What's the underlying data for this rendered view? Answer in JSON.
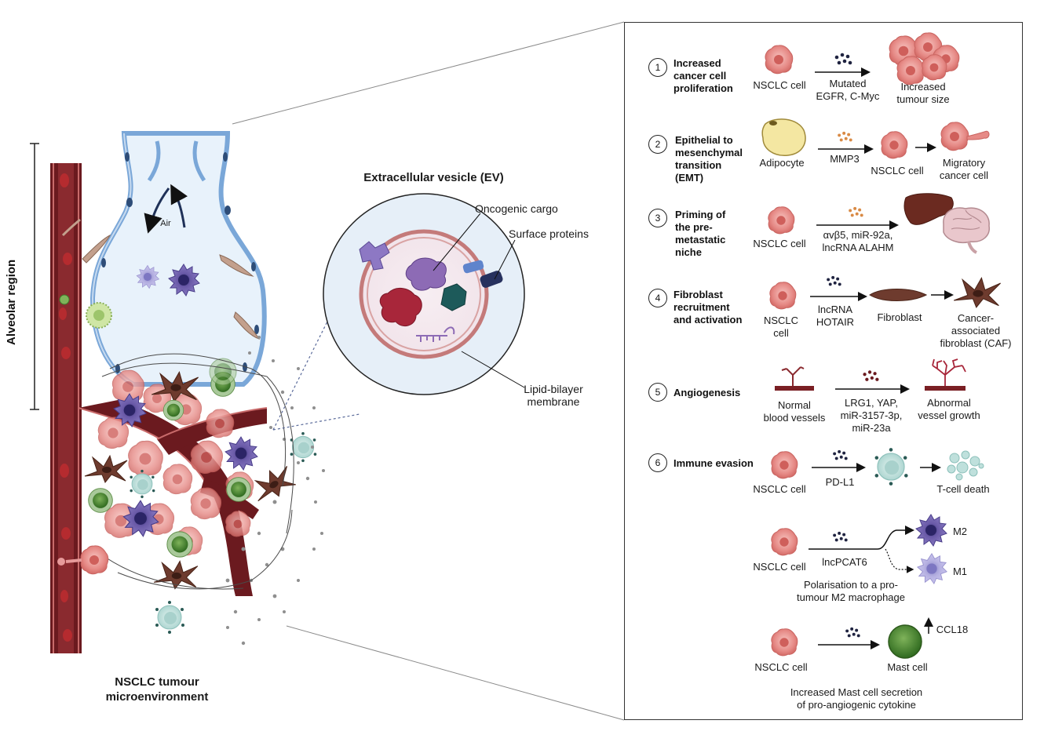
{
  "left": {
    "region_label": "Alveolar region",
    "air_label": "Air",
    "bottom_title": "NSCLC tumour\nmicroenvironment"
  },
  "ev": {
    "title": "Extracellular vesicle (EV)",
    "cargo_label": "Oncogenic cargo",
    "surface_label": "Surface proteins",
    "membrane_label": "Lipid-bilayer\nmembrane"
  },
  "steps": [
    {
      "num": "1",
      "title": "Increased\ncancer cell\nproliferation",
      "source": "NSCLC cell",
      "arrow_label": "Mutated\nEGFR, C-Myc",
      "result": "Increased\ntumour size"
    },
    {
      "num": "2",
      "title": "Epithelial to\nmesenchymal\ntransition\n(EMT)",
      "source": "Adipocyte",
      "arrow_label": "MMP3",
      "middle": "NSCLC cell",
      "result": "Migratory\ncancer cell"
    },
    {
      "num": "3",
      "title": "Priming of\nthe pre-\nmetastatic\nniche",
      "source": "NSCLC cell",
      "arrow_label": "αvβ5, miR-92a,\nlncRNA ALAHM"
    },
    {
      "num": "4",
      "title": "Fibroblast\nrecruitment\nand activation",
      "source": "NSCLC\ncell",
      "arrow_label": "lncRNA\nHOTAIR",
      "middle": "Fibroblast",
      "result": "Cancer-\nassociated\nfibroblast (CAF)"
    },
    {
      "num": "5",
      "title": "Angiogenesis",
      "source": "Normal\nblood vessels",
      "arrow_label": "LRG1, YAP,\nmiR-3157-3p,\nmiR-23a",
      "result": "Abnormal\nvessel growth"
    },
    {
      "num": "6",
      "title": "Immune evasion",
      "source": "NSCLC cell",
      "arrow_label": "PD-L1",
      "result": "T-cell death"
    }
  ],
  "macrophage": {
    "source": "NSCLC cell",
    "arrow_label": "lncPCAT6",
    "m2": "M2",
    "m1": "M1",
    "caption": "Polarisation to a pro-\ntumour M2 macrophage"
  },
  "mast": {
    "source": "NSCLC cell",
    "result": "Mast cell",
    "cytokine": "CCL18",
    "caption": "Increased Mast cell secretion\nof pro-angiogenic cytokine"
  },
  "colors": {
    "vessel": "#6b1a1f",
    "vessel_light": "#c86a6a",
    "cancer": "#e79a9a",
    "macrophage": "#6a5aa8",
    "mast": "#3e7a2a",
    "tcell": "#bfe0dc",
    "fibroblast": "#6e3b2e",
    "border": "#333333"
  }
}
